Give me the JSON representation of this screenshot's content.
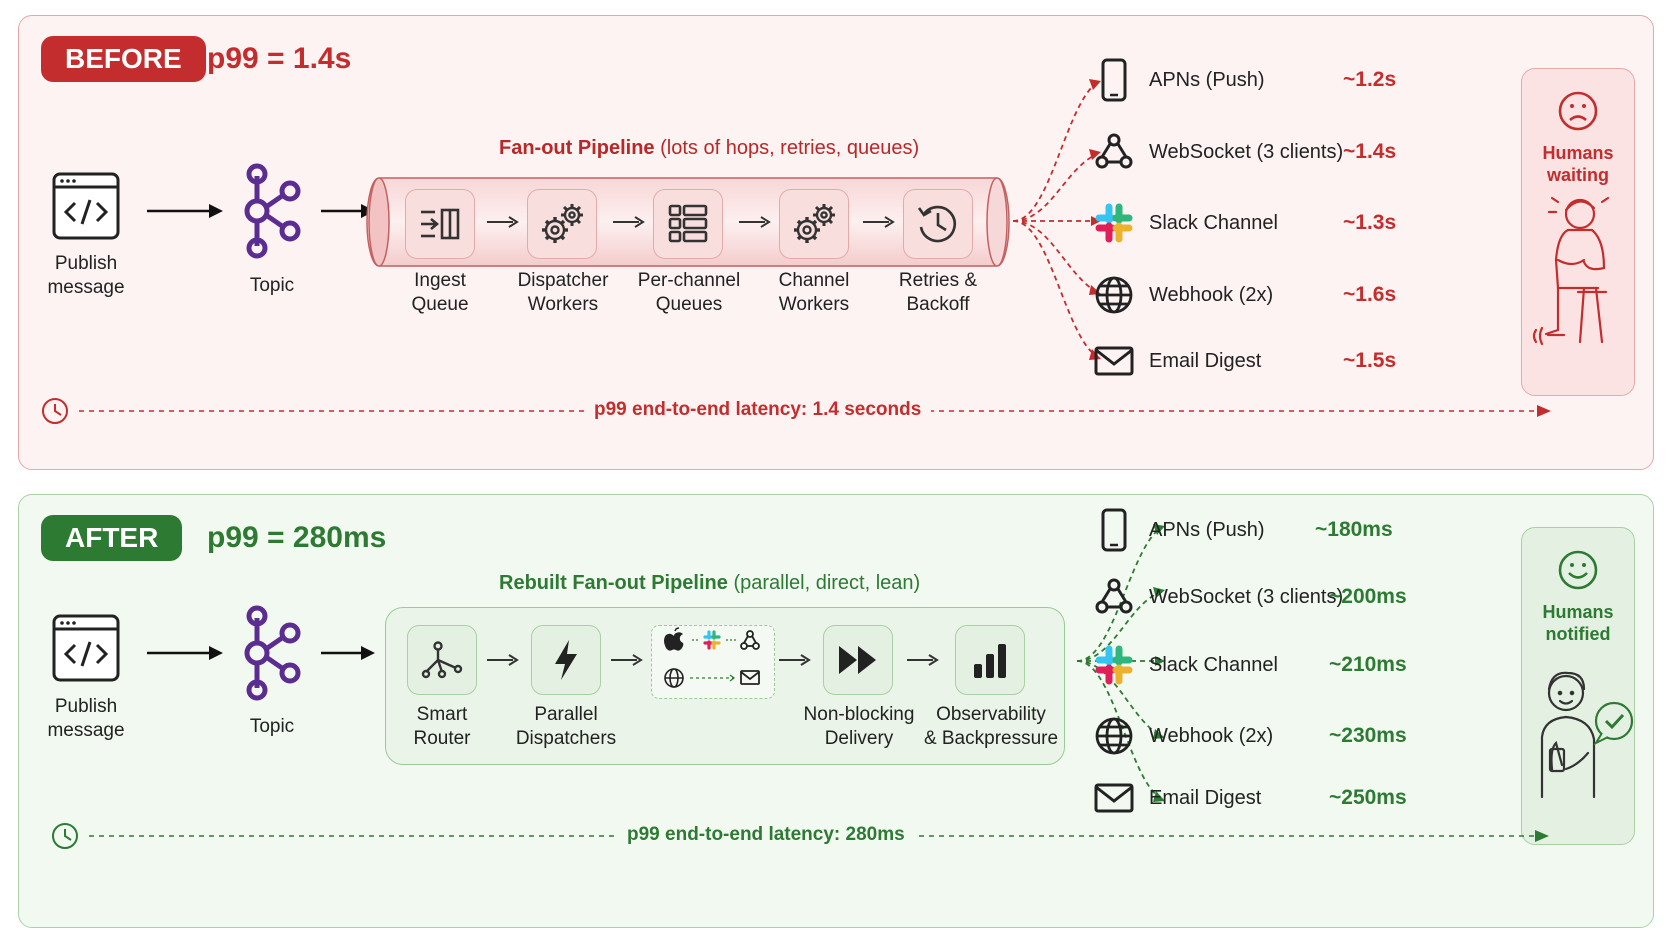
{
  "before": {
    "badge": "BEFORE",
    "p99_title": "p99 = 1.4s",
    "publish_label": "Publish\nmessage",
    "topic_label": "Topic",
    "pipeline_title_bold": "Fan-out Pipeline",
    "pipeline_title_rest": " (lots of hops, retries, queues)",
    "stages": [
      {
        "label": "Ingest\nQueue",
        "icon": "ingest-queue-icon"
      },
      {
        "label": "Dispatcher\nWorkers",
        "icon": "gears-icon"
      },
      {
        "label": "Per-channel\nQueues",
        "icon": "list-icon"
      },
      {
        "label": "Channel\nWorkers",
        "icon": "gears-icon"
      },
      {
        "label": "Retries &\nBackoff",
        "icon": "retry-clock-icon"
      }
    ],
    "channels": [
      {
        "name": "APNs (Push)",
        "latency": "~1.2s",
        "icon": "phone-icon"
      },
      {
        "name": "WebSocket (3 clients)",
        "latency": "~1.4s",
        "icon": "webhook-icon"
      },
      {
        "name": "Slack Channel",
        "latency": "~1.3s",
        "icon": "slack-icon"
      },
      {
        "name": "Webhook (2x)",
        "latency": "~1.6s",
        "icon": "globe-icon"
      },
      {
        "name": "Email Digest",
        "latency": "~1.5s",
        "icon": "mail-icon"
      }
    ],
    "human_text": "Humans\nwaiting",
    "latency_line": "p99 end-to-end latency: 1.4 seconds",
    "color": "#c42d2d"
  },
  "after": {
    "badge": "AFTER",
    "p99_title": "p99 = 280ms",
    "publish_label": "Publish\nmessage",
    "topic_label": "Topic",
    "pipeline_title_bold": "Rebuilt Fan-out Pipeline",
    "pipeline_title_rest": " (parallel, direct, lean)",
    "stages": [
      {
        "label": "Smart\nRouter",
        "icon": "router-icon"
      },
      {
        "label": "Parallel\nDispatchers",
        "icon": "bolt-icon"
      },
      {
        "label": "",
        "icon": "channels-grid-icon"
      },
      {
        "label": "Non-blocking\nDelivery",
        "icon": "fast-forward-icon"
      },
      {
        "label": "Observability\n& Backpressure",
        "icon": "bar-chart-icon"
      }
    ],
    "channels": [
      {
        "name": "APNs (Push)",
        "latency": "~180ms",
        "icon": "phone-icon"
      },
      {
        "name": "WebSocket (3 clients)",
        "latency": "~200ms",
        "icon": "webhook-icon"
      },
      {
        "name": "Slack Channel",
        "latency": "~210ms",
        "icon": "slack-icon"
      },
      {
        "name": "Webhook (2x)",
        "latency": "~230ms",
        "icon": "globe-icon"
      },
      {
        "name": "Email Digest",
        "latency": "~250ms",
        "icon": "mail-icon"
      }
    ],
    "human_text": "Humans\nnotified",
    "latency_line": "p99 end-to-end latency: 280ms",
    "color": "#2d7a33"
  }
}
